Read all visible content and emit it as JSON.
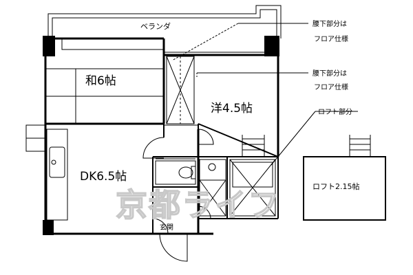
{
  "rooms": {
    "washitsu": "和6帖",
    "yoshitsu": "洋4.5帖",
    "dk": "DK6.5帖",
    "genkan": "玄関",
    "loft": "ロフト2.15帖"
  },
  "veranda": "ベランダ",
  "notes": {
    "note1_line1": "腰下部分は",
    "note1_line2": "フロア仕様",
    "note2_line1": "腰下部分は",
    "note2_line2": "フロア仕様",
    "loft_part": "ロフト部分"
  },
  "watermark": "京都ライフ"
}
